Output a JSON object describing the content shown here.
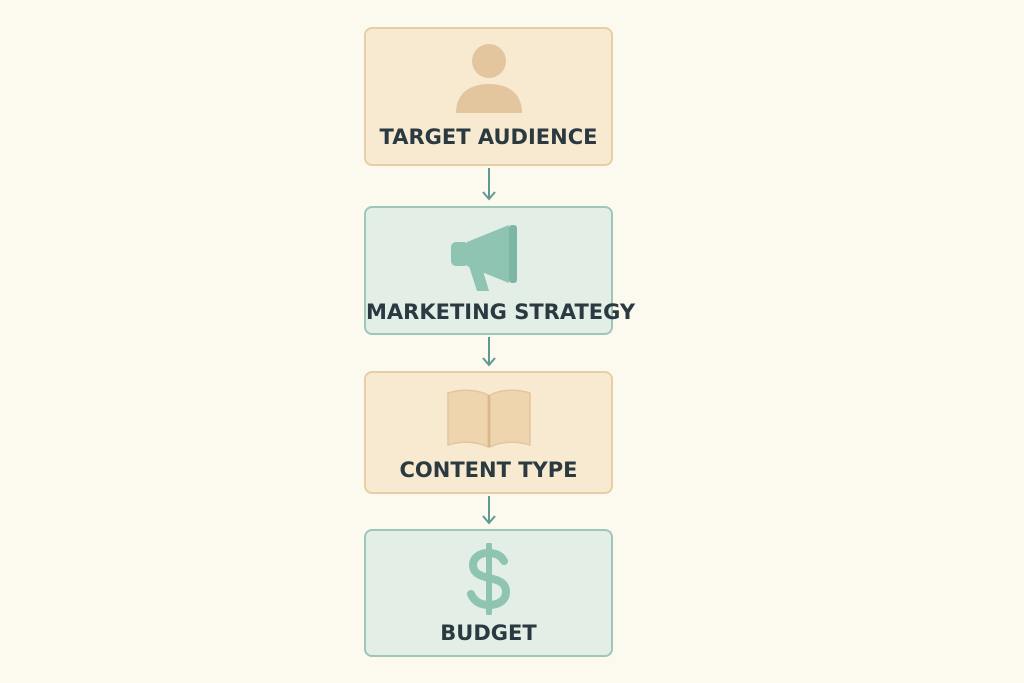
{
  "steps": [
    {
      "label": "TARGET AUDIENCE",
      "icon": "person-icon",
      "tone": "warm"
    },
    {
      "label": "MARKETING STRATEGY",
      "icon": "megaphone-icon",
      "tone": "cool"
    },
    {
      "label": "CONTENT TYPE",
      "icon": "open-book-icon",
      "tone": "warm"
    },
    {
      "label": "BUDGET",
      "icon": "dollar-sign-icon",
      "tone": "cool"
    }
  ],
  "colors": {
    "background": "#fcf9ef",
    "warm_fill": "#f8ead0",
    "warm_border": "#e6cfa4",
    "cool_fill": "#e3eee6",
    "cool_border": "#9ec7bc",
    "icon_warm": "#e3c59e",
    "icon_cool": "#8fc3b2",
    "arrow": "#5f9a92",
    "text": "#2b3a40"
  }
}
